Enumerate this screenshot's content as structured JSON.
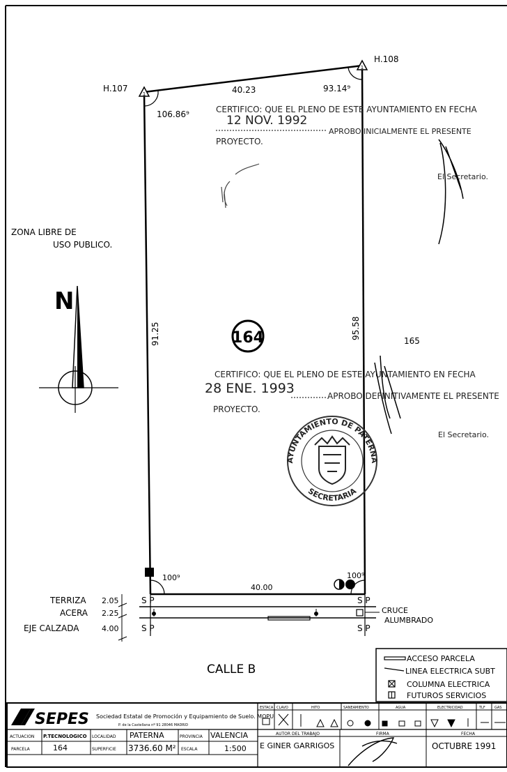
{
  "plan": {
    "vertices": {
      "h107": "H.107",
      "h108": "H.108"
    },
    "angles": {
      "a107": "106.86⁹",
      "a108": "93.14⁹",
      "bottom_left": "100⁹",
      "bottom_right": "100⁹"
    },
    "dimensions": {
      "top": "40.23",
      "left": "91.25",
      "right": "95.58",
      "bottom": "40.00"
    },
    "parcel_number": "164",
    "neighbor_parcel": "165",
    "zone_label": {
      "line1": "ZONA  LIBRE    DE",
      "line2": "USO  PUBLICO."
    },
    "north_label": "N",
    "street_sections": {
      "terraza_label": "TERRIZA",
      "terraza_value": "2.05",
      "acera_label": "ACERA",
      "acera_value": "2.25",
      "eje_label": "EJE  CALZADA",
      "eje_value": "4.00",
      "sp_left": "S P",
      "sp_right": "S P",
      "cruce_line1": "CRUCE",
      "cruce_line2": "ALUMBRADO"
    },
    "street_name": "CALLE    B",
    "legend": {
      "items": [
        "ACCESO  PARCELA",
        "LINEA  ELECTRICA  SUBT",
        "COLUMNA  ELECTRICA",
        "FUTUROS  SERVICIOS"
      ]
    }
  },
  "stamps": {
    "first": {
      "line1": "CERTIFICO: QUE EL PLENO DE ESTE AYUNTAMIENTO EN FECHA",
      "date": "12 NOV. 1992",
      "line2": "APROBO INICIALMENTE EL PRESENTE",
      "line3": "PROYECTO.",
      "secretary": "El Secretario."
    },
    "second": {
      "line1": "CERTIFICO: QUE EL PLENO DE ESTE AYUNTAMIENTO EN FECHA",
      "date": "28 ENE. 1993",
      "line2": "APROBO DEFINITIVAMENTE EL PRESENTE",
      "line3": "PROYECTO.",
      "secretary": "El Secretario."
    },
    "seal": {
      "top": "AYUNTAMIENTO DE PATERNA",
      "bottom": "SECRETARIA"
    }
  },
  "title_block": {
    "logo": "SEPES",
    "company": "Sociedad Estatal de Promoción y Equipamiento de Suelo. MOPU",
    "address": "P. de la Castellana nº 91  28046 MADRID",
    "header_labels": [
      "ESTACA",
      "CLAVO",
      "HITO",
      "SANEAMIENTO",
      "AGUA",
      "ELECTRICIDAD",
      "TLF",
      "GAS"
    ],
    "actuacion_label": "ACTUACION",
    "actuacion_value": "P.TECNOLOGICO",
    "localidad_label": "LOCALIDAD",
    "localidad_value": "PATERNA",
    "provincia_label": "PROVINCIA",
    "provincia_value": "VALENCIA",
    "parcela_label": "PARCELA",
    "parcela_value": "164",
    "superficie_label": "SUPERFICIE",
    "superficie_value": "3736.60 M²",
    "escala_label": "ESCALA",
    "escala_value": "1:500",
    "autor_label": "AUTOR DEL TRABAJO",
    "autor_value": "E GINER GARRIGOS",
    "firma_label": "FIRMA",
    "fecha_label": "FECHA",
    "fecha_value": "OCTUBRE  1991"
  }
}
